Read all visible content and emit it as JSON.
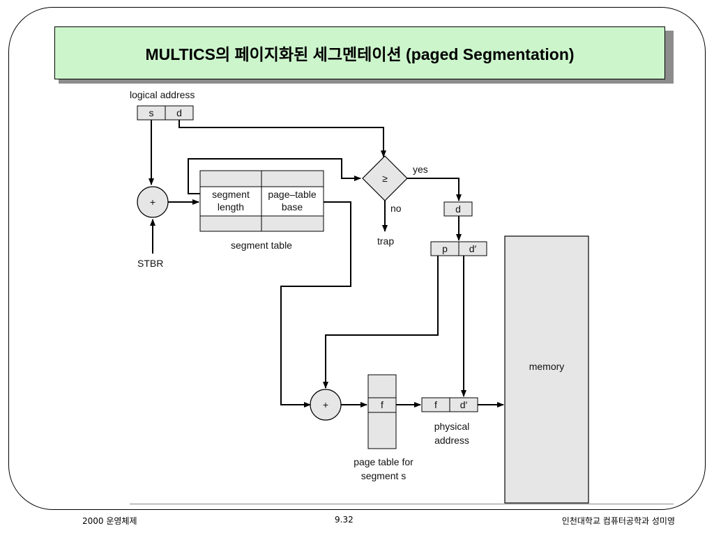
{
  "title": {
    "main": "MULTICS의 페이지화된 세그멘테이션 (paged Segmentation)"
  },
  "diagram": {
    "logical_address_label": "logical address",
    "s_label": "s",
    "d_label": "d",
    "plus_symbol": "+",
    "stbr_label": "STBR",
    "segment_table": {
      "col1_line1": "segment",
      "col1_line2": "length",
      "col2_line1": "page–table",
      "col2_line2": "base",
      "caption": "segment table"
    },
    "compare_symbol": "≥",
    "yes_label": "yes",
    "no_label": "no",
    "trap_label": "trap",
    "d_box_label": "d",
    "p_label": "p",
    "d_prime_label": "d′",
    "f_label": "f",
    "physical_address_line1": "physical",
    "physical_address_line2": "address",
    "page_table_line1": "page table for",
    "page_table_line2": "segment s",
    "memory_label": "memory"
  },
  "footer": {
    "left": "2000 운영체제",
    "center": "9.32",
    "right": "인천대학교 컴퓨터공학과 성미영"
  }
}
